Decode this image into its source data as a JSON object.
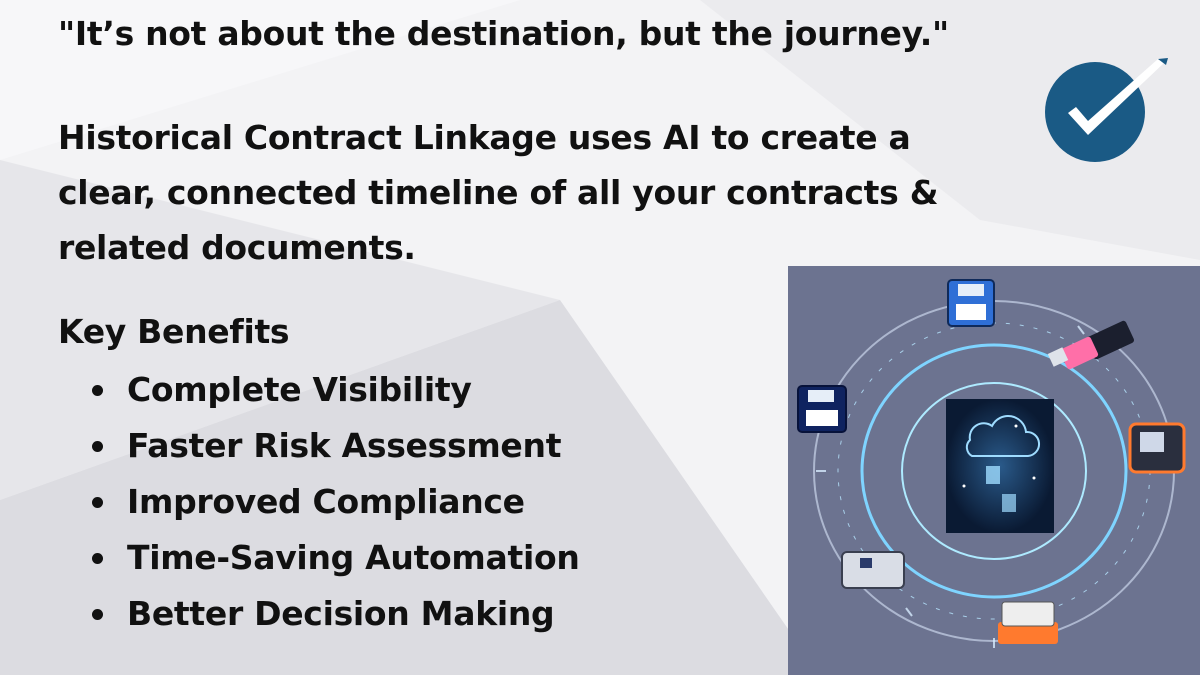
{
  "quote": "\"It’s not about the destination, but the journey.\"",
  "description": "Historical Contract Linkage uses AI to create a clear, connected timeline of all your contracts & related documents.",
  "benefits": {
    "heading": "Key Benefits",
    "items": [
      "Complete Visibility",
      "Faster Risk Assessment",
      "Improved Compliance",
      "Time-Saving Automation",
      "Better Decision Making"
    ]
  },
  "icons": {
    "logo": "checkmark-circle-icon",
    "illustration": "cloud-storage-devices-orbit"
  },
  "colors": {
    "background": "#f3f3f5",
    "text": "#111111",
    "logo_circle": "#1a5a85",
    "illustration_bg": "#6c7390",
    "orbit_glow": "#7fd4ff"
  }
}
